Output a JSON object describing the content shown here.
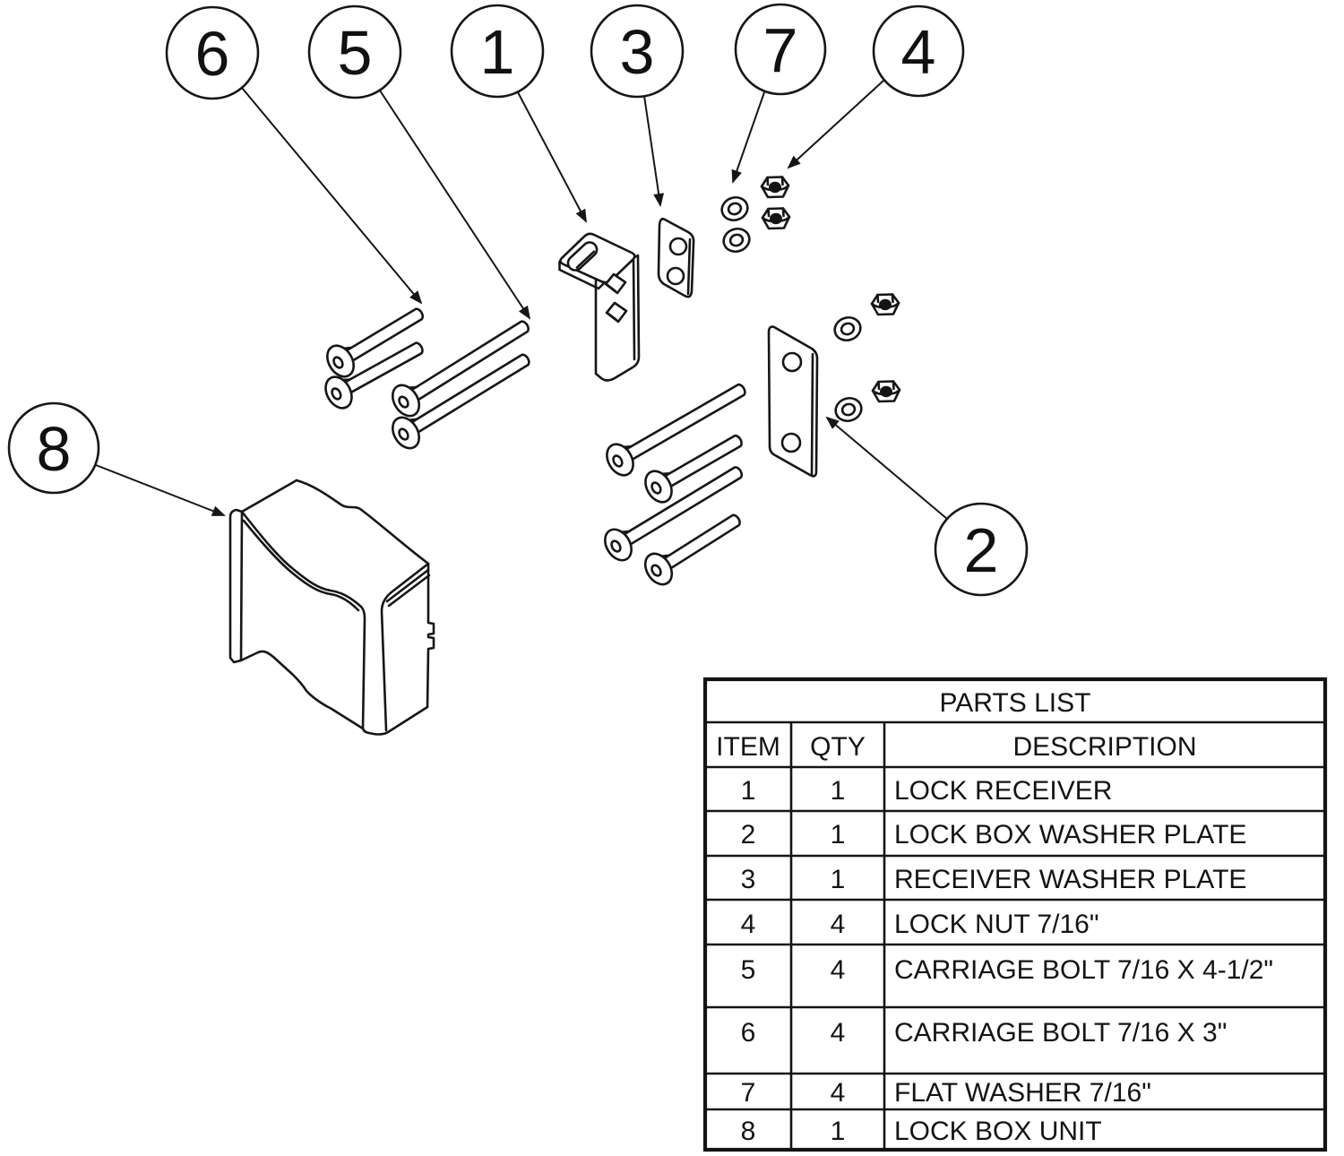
{
  "drawing": {
    "callouts": [
      {
        "number": "6"
      },
      {
        "number": "5"
      },
      {
        "number": "1"
      },
      {
        "number": "3"
      },
      {
        "number": "7"
      },
      {
        "number": "4"
      },
      {
        "number": "8"
      },
      {
        "number": "2"
      }
    ]
  },
  "parts_list": {
    "title": "PARTS LIST",
    "columns": [
      "ITEM",
      "QTY",
      "DESCRIPTION"
    ],
    "rows": [
      {
        "item": "1",
        "qty": "1",
        "description": "LOCK RECEIVER"
      },
      {
        "item": "2",
        "qty": "1",
        "description": "LOCK BOX WASHER PLATE"
      },
      {
        "item": "3",
        "qty": "1",
        "description": "RECEIVER WASHER PLATE"
      },
      {
        "item": "4",
        "qty": "4",
        "description": "LOCK NUT 7/16\""
      },
      {
        "item": "5",
        "qty": "4",
        "description": "CARRIAGE BOLT 7/16 X 4-1/2\""
      },
      {
        "item": "6",
        "qty": "4",
        "description": "CARRIAGE BOLT 7/16 X 3\""
      },
      {
        "item": "7",
        "qty": "4",
        "description": "FLAT WASHER 7/16\""
      },
      {
        "item": "8",
        "qty": "1",
        "description": "LOCK BOX UNIT"
      }
    ]
  }
}
